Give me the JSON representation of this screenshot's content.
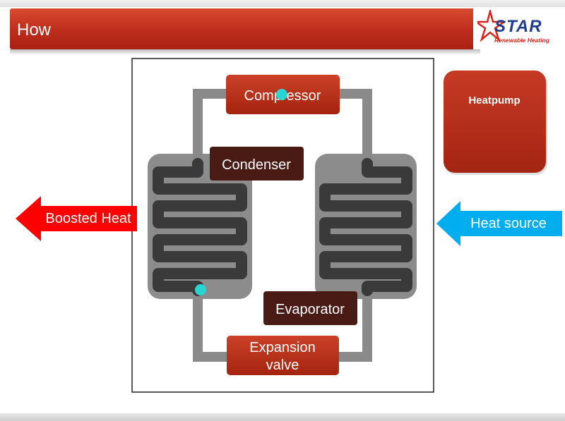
{
  "slide": {
    "title": "How",
    "logo": {
      "brand": "STAR",
      "tagline": "Renewable Heating"
    }
  },
  "diagram": {
    "compressor": "Compressor",
    "condenser": "Condenser",
    "evaporator": "Evaporator",
    "expansion_valve_line1": "Expansion",
    "expansion_valve_line2": "valve",
    "boosted_heat": "Boosted Heat",
    "heat_source": "Heat source",
    "heatpump": "Heatpump"
  },
  "colors": {
    "header_red": "#be2d1b",
    "component_red": "#b8321f",
    "label_dark": "#4a1a14",
    "pipe_gray": "#8a8a8a",
    "coil_dark": "#3a3a3a",
    "hx_gray": "#8c8c8c",
    "arrow_red": "#ff0000",
    "arrow_blue": "#00aeef",
    "dot_cyan": "#2ad4d4"
  }
}
